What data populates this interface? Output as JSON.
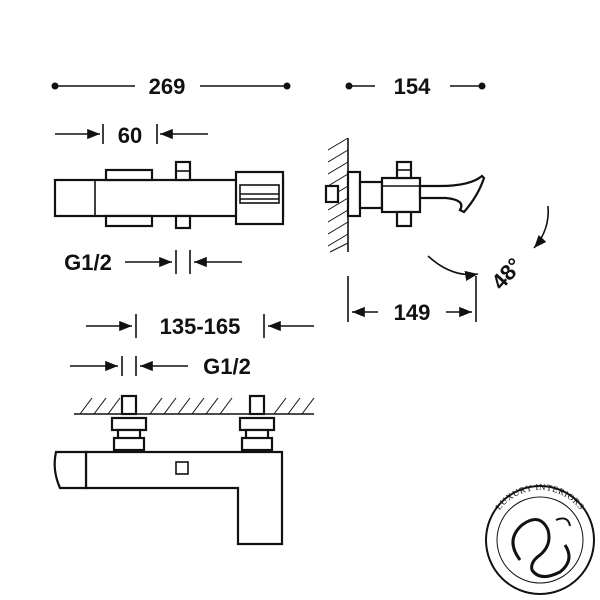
{
  "dimensions": {
    "top_width": "269",
    "side_depth": "154",
    "inlet_offset": "60",
    "thread_top": "G1/2",
    "spout_reach": "149",
    "spout_angle": "48°",
    "center_distance": "135-165",
    "thread_bottom": "G1/2"
  },
  "logo": {
    "text": "LUXURY INTERIORS"
  }
}
